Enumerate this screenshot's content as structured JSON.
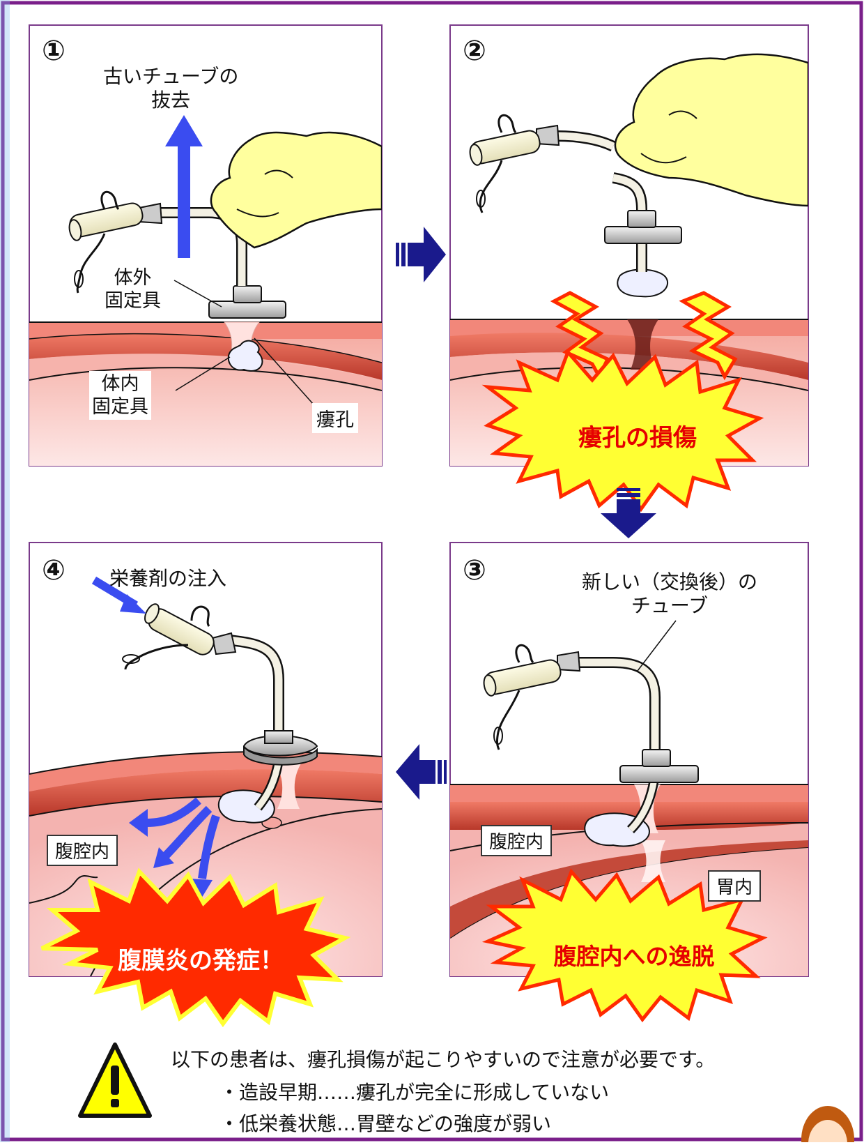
{
  "colors": {
    "frame": "#7a1f8a",
    "panel_border": "#7a3a8a",
    "arrow": "#1a1a8c",
    "blue_arrow": "#3a4cf0",
    "skin_top": "#f08a7a",
    "muscle": "#c44a3a",
    "inner": "#f6c3bf",
    "burst_yellow": "#ffff33",
    "burst_red": "#ff2a00",
    "text_red": "#e60000",
    "glove": "#ffff99"
  },
  "panels": [
    {
      "number": "①",
      "labels": {
        "remove": "古いチューブの\n抜去",
        "external": "体外\n固定具",
        "internal": "体内\n固定具",
        "fistula": "瘻孔"
      }
    },
    {
      "number": "②",
      "burst": "瘻孔の損傷"
    },
    {
      "number": "③",
      "labels": {
        "new_tube": "新しい（交換後）の\nチューブ",
        "cavity": "腹腔内",
        "stomach": "胃内"
      },
      "burst": "腹腔内への逸脱"
    },
    {
      "number": "④",
      "labels": {
        "injection": "栄養剤の注入",
        "cavity": "腹腔内"
      },
      "burst": "腹膜炎の発症！"
    }
  ],
  "warning": {
    "icon": "warning-triangle-icon",
    "title": "以下の患者は、瘻孔損傷が起こりやすいので注意が必要です。",
    "items": [
      "・造設早期……瘻孔が完全に形成していない",
      "・低栄養状態…胃壁などの強度が弱い"
    ]
  }
}
